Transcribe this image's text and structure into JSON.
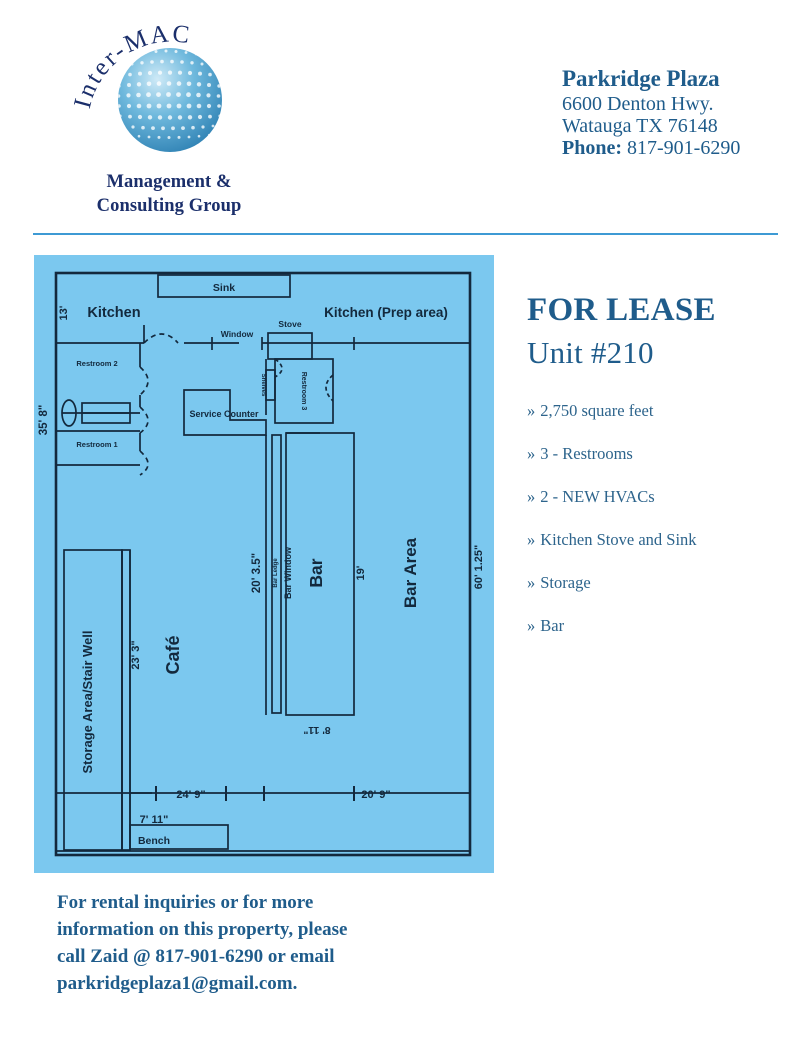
{
  "logo": {
    "wordmark": "Inter-MAC",
    "sub_line1": "Management &",
    "sub_line2": "Consulting Group",
    "globe_icon": "globe-icon"
  },
  "address": {
    "name": "Parkridge Plaza",
    "street": "6600 Denton Hwy.",
    "city_state_zip": "Watauga TX 76148",
    "phone_label": "Phone:",
    "phone": "817-901-6290"
  },
  "listing": {
    "headline": "FOR LEASE",
    "unit": "Unit #210",
    "bullet_glyph": "»",
    "features": [
      "2,750 square feet",
      "3 - Restrooms",
      "2 - NEW HVACs",
      "Kitchen Stove and Sink",
      "Storage",
      "Bar"
    ]
  },
  "contact": {
    "line1": "For rental inquiries or for more",
    "line2": "information on this property, please",
    "line3": "call Zaid @ 817-901-6290 or email",
    "line4": "parkridgeplaza1@gmail.com."
  },
  "floorplan": {
    "rooms": {
      "kitchen": "Kitchen",
      "kitchen_prep": "Kitchen (Prep area)",
      "cafe": "Café",
      "bar": "Bar",
      "bar_area": "Bar Area",
      "storage_stairwell": "Storage Area/Stair Well"
    },
    "fixtures": {
      "sink": "Sink",
      "stove": "Stove",
      "window": "Window",
      "shelves": "Shelves",
      "service_counter": "Service Counter",
      "bar_ledge": "Bar Ledge",
      "bar_window": "Bar Window",
      "bench": "Bench",
      "restroom_1": "Restroom 1",
      "restroom_2": "Restroom 2",
      "restroom_3": "Restroom 3"
    },
    "dimensions": {
      "left_upper": "13'",
      "left_overall": "35' 8\"",
      "right_overall": "60' 1.25\"",
      "cafe_depth": "23' 3\"",
      "bar_ledge_len": "20' 3.5\"",
      "bar_width": "19'",
      "bar_bottom": "8' 11\"",
      "bottom_left": "24' 9\"",
      "bottom_right": "20' 9\"",
      "bench_len": "7' 11\""
    },
    "colors": {
      "fill": "#7bc8ef",
      "wall": "#13293d",
      "text": "#13293d"
    }
  },
  "theme": {
    "brand_blue": "#1f5c8b",
    "logo_navy": "#1b2f6b",
    "divider": "#3d9ad4",
    "plan_blue": "#7bc8ef"
  }
}
